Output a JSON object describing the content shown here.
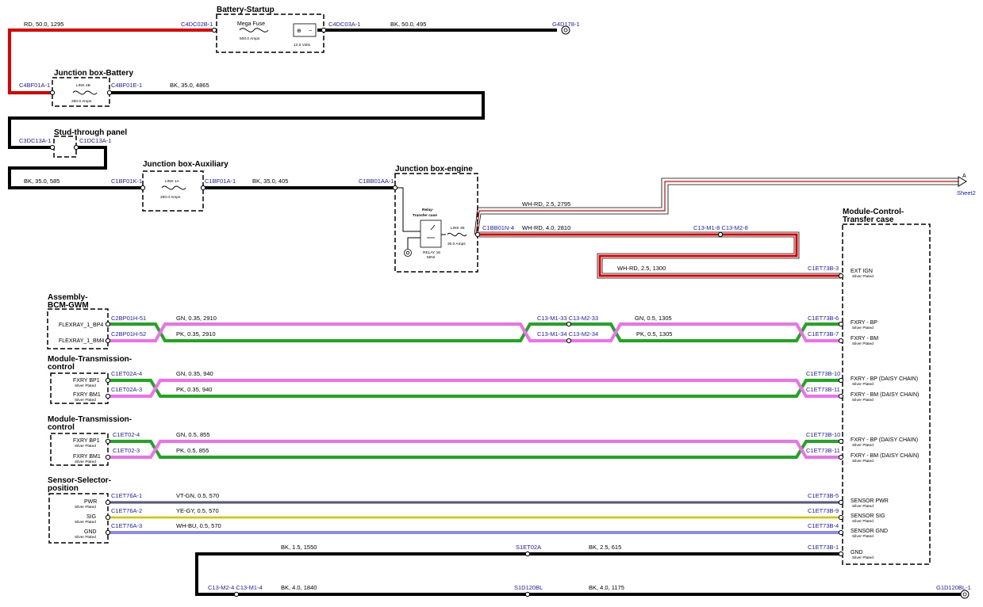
{
  "boxes": {
    "battery_startup": {
      "title": "Battery-Startup",
      "fuse_label": "Mega Fuse",
      "fuse_rating": "500.0 Amps",
      "battery_rating": "12.0 Volts"
    },
    "jb_battery": {
      "title": "Junction box-Battery",
      "link": "LINK 4B",
      "rating": "250.0 Amps"
    },
    "stud_panel": {
      "title": "Stud-through panel"
    },
    "jb_aux": {
      "title": "Junction box-Auxiliary",
      "link": "LINK 1A",
      "rating": "250.0 Amps"
    },
    "jb_engine": {
      "title": "Junction box-engine",
      "relay_title_1": "Relay-",
      "relay_title_2": "Transfer case",
      "link": "LINK 4E",
      "rating": "30.0 Amps",
      "relay_id": "RELAY 1E",
      "relay_size": "MINI"
    },
    "bcm": {
      "title_1": "Assembly-",
      "title_2": "BCM-GWM",
      "pin1": "FLEXRAY_1_BP4",
      "pin2": "FLEXRAY_1_BM4"
    },
    "tcm1": {
      "title_1": "Module-Transmission-",
      "title_2": "control",
      "pin1": "FXRY BP1",
      "pin2": "FXRY BM1",
      "plating": "Silver Plated"
    },
    "tcm2": {
      "title_1": "Module-Transmission-",
      "title_2": "control",
      "pin1": "FXRY BP1",
      "pin2": "FXRY BM1",
      "plating": "Silver Plated"
    },
    "sensor": {
      "title_1": "Sensor-Selector-",
      "title_2": "position",
      "pin1": "PWR",
      "pin2": "SIG",
      "pin3": "GND",
      "plating": "Silver Plated"
    },
    "tc_module": {
      "title_1": "Module-Control-",
      "title_2": "Transfer case",
      "plating": "Silver Plated",
      "pins": [
        "EXT IGN",
        "FXRY - BP",
        "FXRY - BM",
        "FXRY - BP (DAISY CHAIN)",
        "FXRY - BM (DAISY CHAIN)",
        "FXRY - BP (DAISY CHAIN)",
        "FXRY - BM (DAISY CHAIN)",
        "SENSOR PWR",
        "SENSOR SIG",
        "SENSOR GND",
        "GND"
      ]
    }
  },
  "connectors": {
    "c4dc02b": "C4DC02B-1",
    "c4dc03a": "C4DC03A-1",
    "g4d178": "G4D178-1",
    "c4bf01a": "C4BF01A-1",
    "c4bf01e": "C4BF01E-1",
    "c3dc13a": "C3DC13A-1",
    "c1dc13a": "C1DC13A-1",
    "c1bf01k": "C1BF01K-1",
    "c1bf01a": "C1BF01A-1",
    "c1bb01aa": "C1BB01AA-1",
    "c1bb01n": "C1BB01N-4",
    "splice_a": "C13-M1-8  C13-M2-8",
    "c1et73b_3": "C1ET73B-3",
    "sheet_a": "A",
    "sheet2": "Sheet2",
    "c2bp01h_51": "C2BP01H-51",
    "c2bp01h_52": "C2BP01H-52",
    "inline_33": "C13-M1-33  C13-M2-33",
    "inline_34": "C13-M1-34  C13-M2-34",
    "c1et73b_6": "C1ET73B-6",
    "c1et73b_7": "C1ET73B-7",
    "c1et02a_4": "C1ET02A-4",
    "c1et02a_3": "C1ET02A-3",
    "c1et73b_10a": "C1ET73B-10",
    "c1et73b_11a": "C1ET73B-11",
    "c1et02_4": "C1ET02-4",
    "c1et02_3": "C1ET02-3",
    "c1et73b_10b": "C1ET73B-10",
    "c1et73b_11b": "C1ET73B-11",
    "c1et76a_1": "C1ET76A-1",
    "c1et76a_2": "C1ET76A-2",
    "c1et76a_3": "C1ET76A-3",
    "c1et73b_5": "C1ET73B-5",
    "c1et73b_9": "C1ET73B-9",
    "c1et73b_4": "C1ET73B-4",
    "s1et02a": "S1ET02A",
    "c1et73b_1": "C1ET73B-1",
    "ground_inline": "C13-M2-4  C13-M1-4",
    "s1d120bl": "S1D120BL",
    "g1d120bl": "G1D120BL-1"
  },
  "wires": {
    "w1": "RD,  50.0,  1295",
    "w2": "BK,  50.0,  495",
    "w3": "BK,  35.0,  4865",
    "w4": "BK,  35.0,  585",
    "w5": "BK,  35.0,  405",
    "w6": "WH-RD,  2.5,  2795",
    "w7": "WH-RD,  4.0,  2810",
    "w8": "WH-RD,  2.5,  1300",
    "f1": "GN,  0.35,  2910",
    "f2": "PK,  0.35,  2910",
    "f3": "GN,  0.5,  1305",
    "f4": "PK,  0.5,  1305",
    "f5": "GN,  0.35,  940",
    "f6": "PK,  0.35,  940",
    "f7": "GN,  0.5,  855",
    "f8": "PK,  0.5,  855",
    "s1": "VT-GN,  0.5,  570",
    "s2": "YE-GY,  0.5,  570",
    "s3": "WH-BU,  0.5,  570",
    "g1": "BK,  1.5,  1550",
    "g2": "BK,  2.5,  615",
    "g3": "BK,  4.0,  1840",
    "g4": "BK,  4.0,  1175"
  },
  "colors": {
    "red": "#e00000",
    "black": "#000000",
    "green": "#1fa81f",
    "pink": "#f06ef0",
    "yellow": "#f5e000",
    "blue": "#1a1acc",
    "violet": "#6a2aa0"
  }
}
